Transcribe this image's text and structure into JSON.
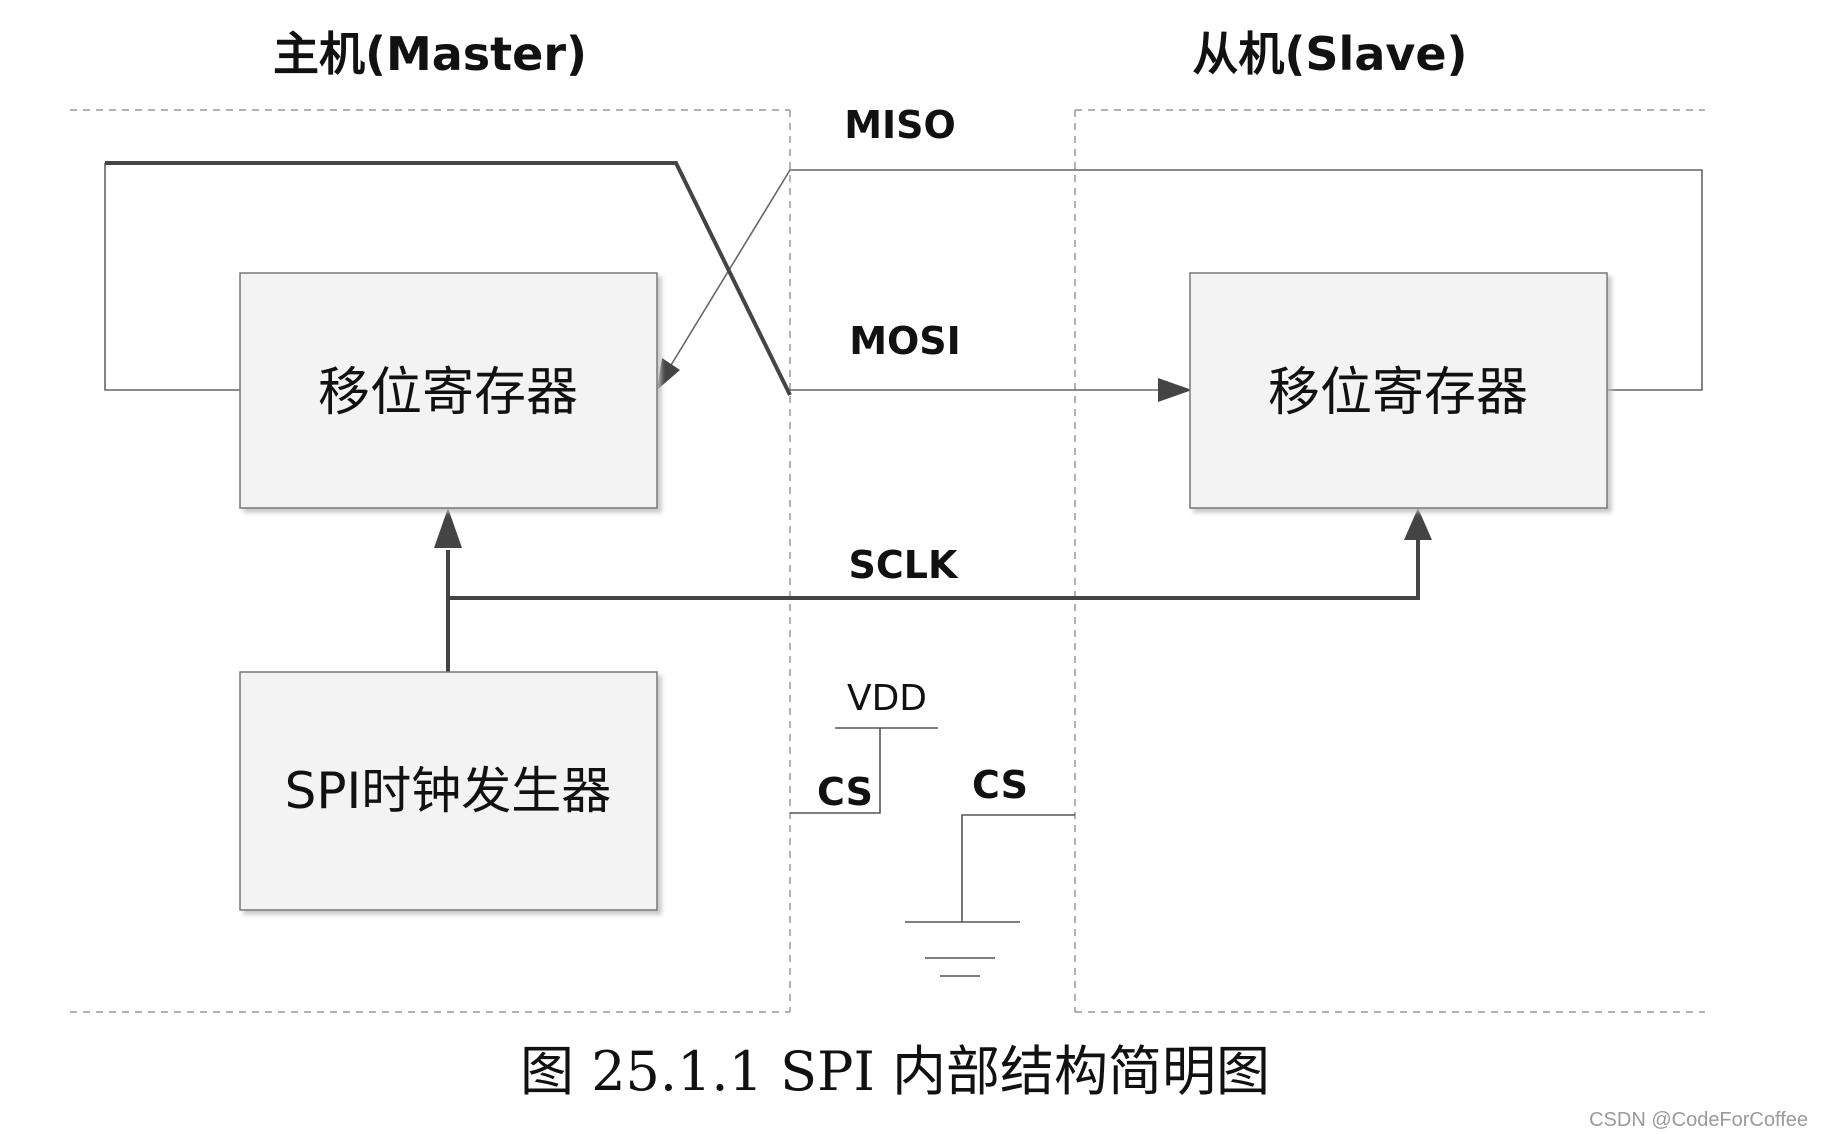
{
  "master_title": "主机(Master)",
  "slave_title": "从机(Slave)",
  "blocks": {
    "master_shift_register": "移位寄存器",
    "slave_shift_register": "移位寄存器",
    "clock_generator": "SPI时钟发生器"
  },
  "signals": {
    "miso": "MISO",
    "mosi": "MOSI",
    "sclk": "SCLK",
    "vdd": "VDD",
    "cs_master": "CS",
    "cs_slave": "CS"
  },
  "caption": "图 25.1.1 SPI 内部结构简明图",
  "watermark": "CSDN @CodeForCoffee"
}
